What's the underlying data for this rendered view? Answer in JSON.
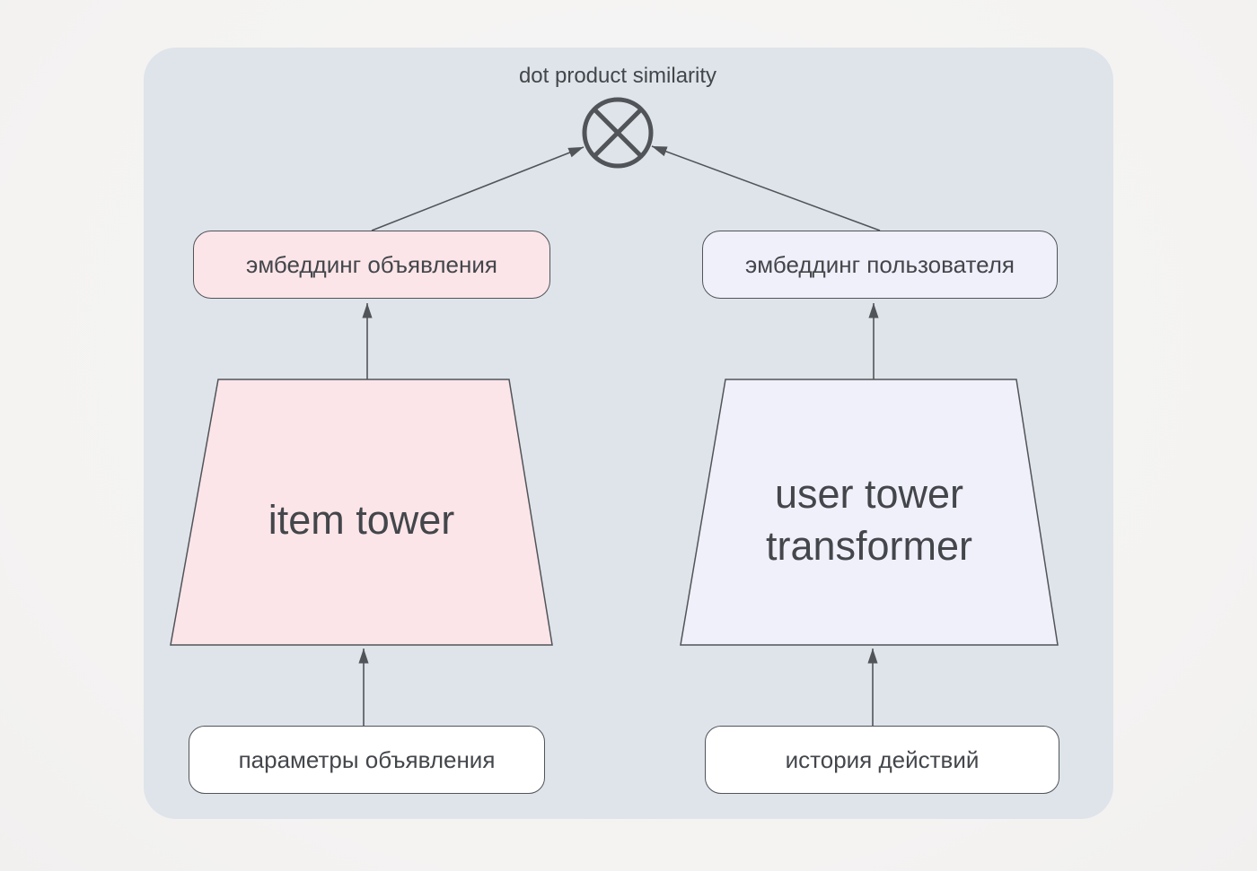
{
  "diagram": {
    "title": "dot product similarity",
    "operator": {
      "icon": "circled-x-dot-product"
    },
    "nodes": {
      "item_embedding": {
        "label": "эмбеддинг объявления"
      },
      "user_embedding": {
        "label": "эмбеддинг пользователя"
      },
      "item_tower": {
        "label": "item tower"
      },
      "user_tower": {
        "label": "user tower\ntransformer"
      },
      "item_input": {
        "label": "параметры объявления"
      },
      "user_input": {
        "label": "история действий"
      }
    },
    "edges": [
      {
        "from": "item_input",
        "to": "item_tower"
      },
      {
        "from": "item_tower",
        "to": "item_embedding"
      },
      {
        "from": "item_embedding",
        "to": "operator"
      },
      {
        "from": "user_input",
        "to": "user_tower"
      },
      {
        "from": "user_tower",
        "to": "user_embedding"
      },
      {
        "from": "user_embedding",
        "to": "operator"
      }
    ],
    "colors": {
      "panel_bg": "#dee4ea",
      "item_fill": "#fce5e9",
      "user_fill": "#f0f0fb",
      "input_fill": "#ffffff",
      "stroke": "#515458",
      "text": "#43464a"
    }
  }
}
